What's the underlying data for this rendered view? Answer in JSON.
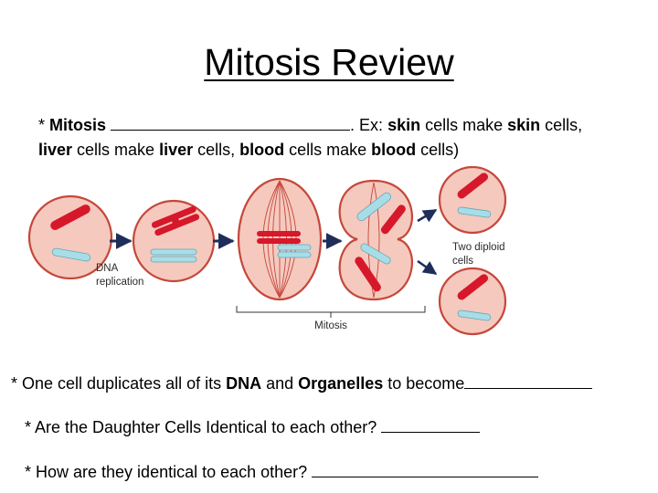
{
  "title": "Mitosis Review",
  "line1": {
    "bullet": "* ",
    "w1": "Mitosis",
    "t2": ". Ex: ",
    "w3": "skin",
    "t4": " cells make ",
    "w5": "skin",
    "t6": " cells,"
  },
  "line2": {
    "w1": "liver",
    "t2": " cells make ",
    "w3": "liver",
    "t4": " cells, ",
    "w5": "blood",
    "t6": " cells make ",
    "w7": "blood",
    "t8": " cells)"
  },
  "diagram": {
    "label_dna_1": "DNA",
    "label_dna_2": "replication",
    "label_mitosis": "Mitosis",
    "label_two_1": "Two diploid",
    "label_two_2": "cells",
    "colors": {
      "cell_fill": "#f5c9be",
      "cell_stroke": "#c5473b",
      "chromosome_red": "#d6182a",
      "chromosome_blue": "#a8dde8",
      "spindle": "#c5473b",
      "arrow": "#1f2d5a"
    }
  },
  "q1": {
    "t1": "* One cell duplicates all of its ",
    "w2": "DNA",
    "t3": " and ",
    "w4": "Organelles",
    "t5": " to become"
  },
  "q2": {
    "t1": "* Are the Daughter Cells Identical  to each other? "
  },
  "q3": {
    "t1": "* How are they identical to each other? "
  }
}
